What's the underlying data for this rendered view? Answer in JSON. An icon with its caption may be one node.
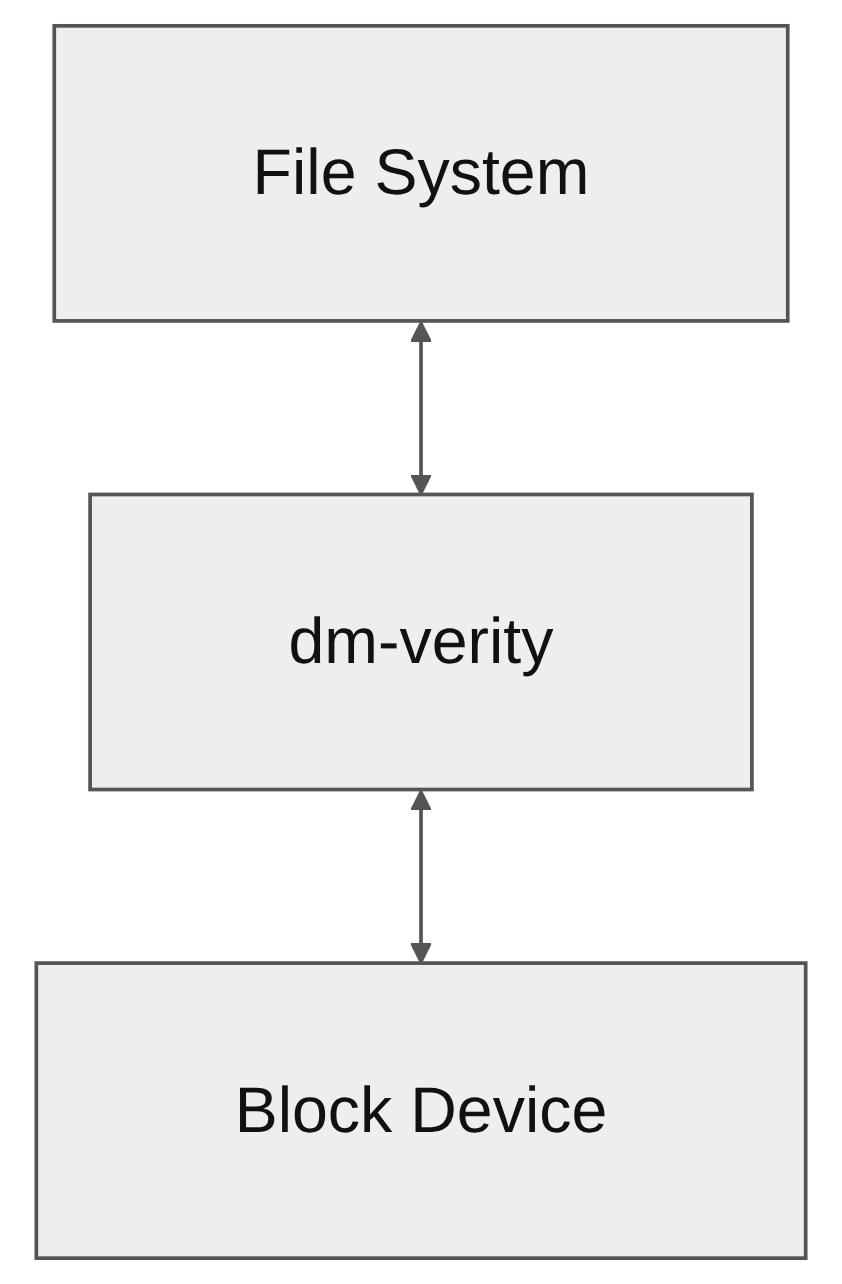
{
  "diagram": {
    "nodes": [
      {
        "text": [
          "File System"
        ]
      },
      {
        "text": [
          "dm-verity"
        ]
      },
      {
        "text": [
          "Block Device"
        ]
      }
    ],
    "edges": [
      {
        "from": 0,
        "to": 1,
        "arrow": "both"
      },
      {
        "from": 1,
        "to": 2,
        "arrow": "both"
      }
    ]
  }
}
